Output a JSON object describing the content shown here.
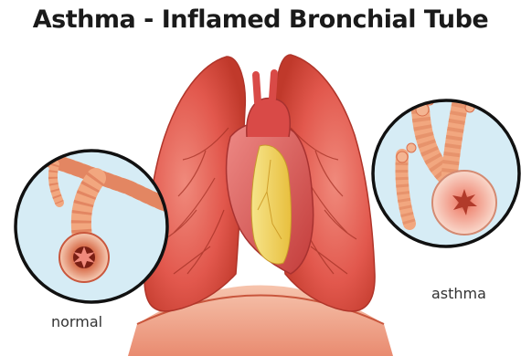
{
  "title": "Asthma - Inflamed Bronchial Tube",
  "labels": {
    "normal": "normal",
    "asthma": "asthma"
  },
  "colors": {
    "lung": "#e2584d",
    "lung_dark": "#c0392b",
    "lung_light": "#f08a7c",
    "heart": "#d94a47",
    "heart_light": "#ee8a86",
    "aorta": "#f0d259",
    "circle_bg": "#d6ecf5",
    "circle_border": "#111111",
    "bronchus": "#f2a77f",
    "bronchus_dark": "#d9704e",
    "diaphragm": "#f3b49a"
  }
}
